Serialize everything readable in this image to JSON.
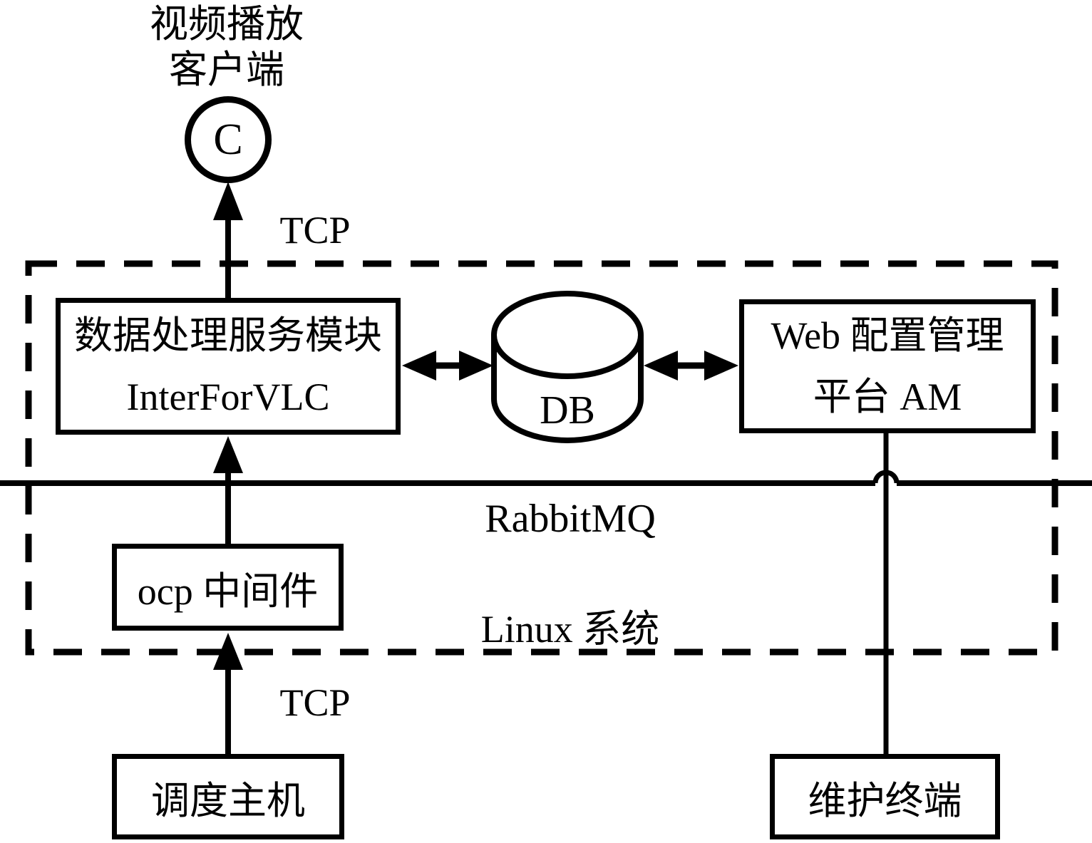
{
  "diagram": {
    "client": {
      "title_line1": "视频播放",
      "title_line2": "客户端",
      "circle_letter": "C"
    },
    "boxes": {
      "data_service": {
        "line1": "数据处理服务模块",
        "line2": "InterForVLC"
      },
      "db": {
        "label": "DB"
      },
      "web_platform": {
        "line1": "Web 配置管理",
        "line2": "平台 AM"
      },
      "ocp": {
        "label": "ocp 中间件"
      },
      "dispatch_host": {
        "label": "调度主机"
      },
      "maintenance_terminal": {
        "label": "维护终端"
      }
    },
    "labels": {
      "tcp_top": "TCP",
      "tcp_bottom": "TCP",
      "rabbitmq_bus": "RabbitMQ",
      "os_region": "Linux 系统"
    },
    "colors": {
      "ink": "#000000",
      "background": "#ffffff"
    }
  }
}
